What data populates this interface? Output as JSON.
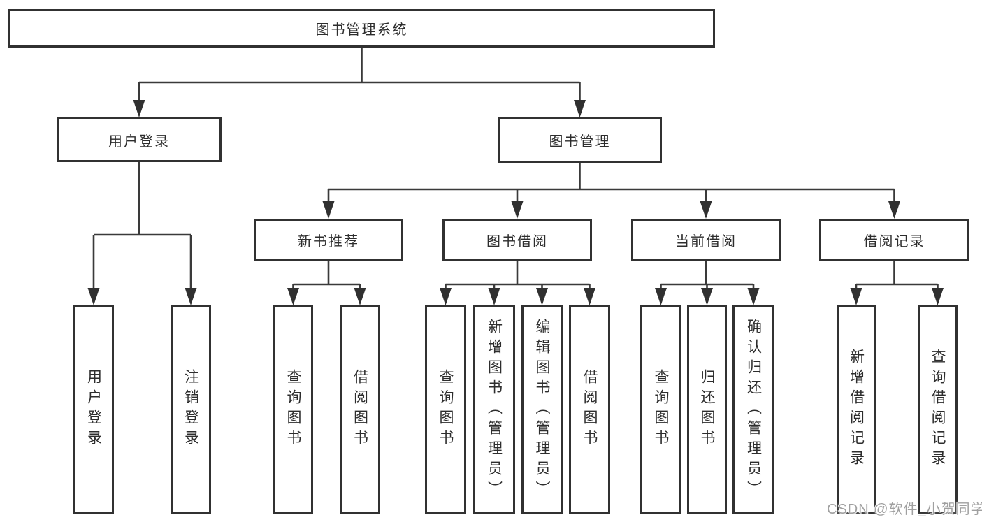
{
  "tree": {
    "label": "图书管理系统",
    "children": [
      {
        "label": "用户登录",
        "children": [
          {
            "label": "用户登录"
          },
          {
            "label": "注销登录"
          }
        ]
      },
      {
        "label": "图书管理",
        "children": [
          {
            "label": "新书推荐",
            "children": [
              {
                "label": "查询图书"
              },
              {
                "label": "借阅图书"
              }
            ]
          },
          {
            "label": "图书借阅",
            "children": [
              {
                "label": "查询图书"
              },
              {
                "label": "新增图书（管理员）"
              },
              {
                "label": "编辑图书（管理员）"
              },
              {
                "label": "借阅图书"
              }
            ]
          },
          {
            "label": "当前借阅",
            "children": [
              {
                "label": "查询图书"
              },
              {
                "label": "归还图书"
              },
              {
                "label": "确认归还（管理员）"
              }
            ]
          },
          {
            "label": "借阅记录",
            "children": [
              {
                "label": "新增借阅记录"
              },
              {
                "label": "查询借阅记录"
              }
            ]
          }
        ]
      }
    ]
  },
  "watermark": {
    "text": "CSDN @软件_小贺同学"
  },
  "colors": {
    "line": "#3a3a3a",
    "box_border": "#313131",
    "text": "#2d2d2d",
    "background": "#ffffff",
    "watermark": "#a0a0a0"
  }
}
